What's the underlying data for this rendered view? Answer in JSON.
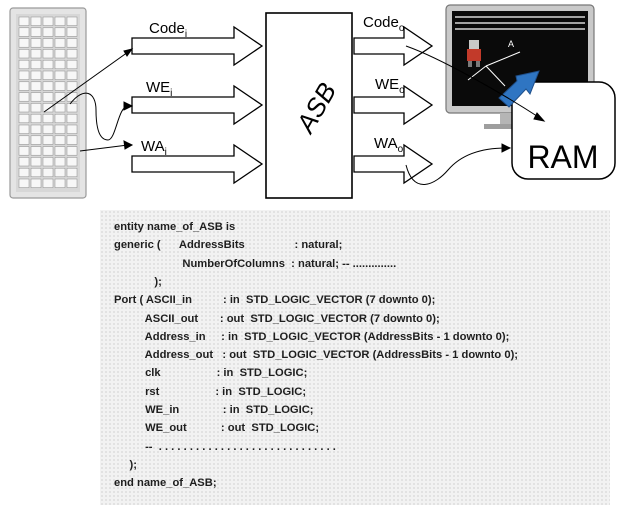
{
  "colors": {
    "accent_arrow": "#2f75c2",
    "code_panel_bg": "#f2f2f2",
    "monitor_screen": "#0a0a0a"
  },
  "icons": {
    "keyboard": "keyboard-icon",
    "monitor": "monitor-icon"
  },
  "diagram": {
    "block_label": "ASB",
    "ram_label": "RAM",
    "screen_letter": "A",
    "inputs": [
      {
        "name": "Code",
        "sub": "i"
      },
      {
        "name": "WE",
        "sub": "i"
      },
      {
        "name": "WA",
        "sub": "i"
      }
    ],
    "outputs": [
      {
        "name": "Code",
        "sub": "o"
      },
      {
        "name": "WE",
        "sub": "o"
      },
      {
        "name": "WA",
        "sub": "o"
      }
    ]
  },
  "code_lines": [
    "entity name_of_ASB is",
    "generic (      AddressBits                : natural;",
    "                      NumberOfColumns  : natural; -- ..............",
    "             );",
    "Port ( ASCII_in          : in  STD_LOGIC_VECTOR (7 downto 0);",
    "          ASCII_out       : out  STD_LOGIC_VECTOR (7 downto 0);",
    "          Address_in     : in  STD_LOGIC_VECTOR (AddressBits - 1 downto 0);",
    "          Address_out   : out  STD_LOGIC_VECTOR (AddressBits - 1 downto 0);",
    "          clk                  : in  STD_LOGIC;",
    "          rst                  : in  STD_LOGIC;",
    "          WE_in              : in  STD_LOGIC;",
    "          WE_out           : out  STD_LOGIC;",
    "          --  . . . . . . . . . . . . . . . . . . . . . . . . . . . . .",
    "     );",
    "end name_of_ASB;"
  ]
}
